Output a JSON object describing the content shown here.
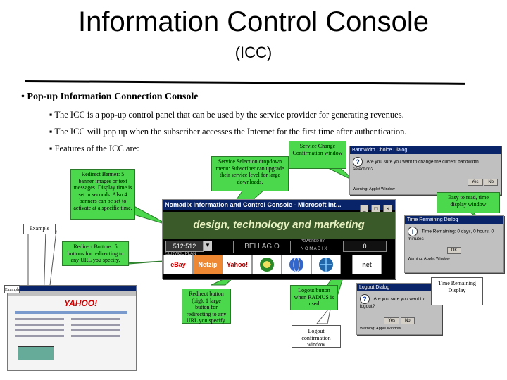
{
  "header": {
    "title": "Information Control Console",
    "subtitle": "(ICC)"
  },
  "bullets": {
    "main": "• Pop-up Information Connection Console",
    "items": [
      "The ICC is a pop-up control panel that can be used by the service provider for generating revenues.",
      "The ICC will pop up when the subscriber accesses the Internet for the first time after authentication.",
      "Features of the ICC are:"
    ]
  },
  "callouts": {
    "service_change": "Service Change Confirmation window",
    "service_selection": "Service Selection dropdown menu: Subscriber can upgrade their service level for large downloads.",
    "redirect_banner": "Redirect Banner: 5 banner images or text messages. Display time is set in seconds. Also 4 banners can be set to activate at a specific time.",
    "easy_to_read": "Easy to read, time display window",
    "example_top": "Example",
    "redirect_buttons": "Redirect Buttons: 5 buttons for redirecting to any URL you specify.",
    "redirect_button_big": "Redirect button (big): 1 large button for redirecting to any URL you specify.",
    "logout_button": "Logout button when RADIUS is used",
    "time_remaining": "Time Remaining Display",
    "logout_confirm": "Logout confirmation window",
    "example_bottom": "Example"
  },
  "console": {
    "title": "Nomadix Information and Control Console - Microsoft Int...",
    "banner": "design, technology and marketing",
    "time_value": "512:512",
    "service_plan": "SERVICE PLAN",
    "powered_by": "POWERED BY",
    "nomadix": "N O M A D I X",
    "counter": "0",
    "icon_labels": [
      "eBay",
      "Netzip",
      "Yahoo!",
      "",
      "",
      "net"
    ]
  },
  "dialogs": {
    "bandwidth_title": "Bandwidth Choice Dialog",
    "bandwidth_text": "Are you sure you want to change the current bandwidth selection?",
    "bandwidth_status": "Warning: Applet Window",
    "yes": "Yes",
    "no": "No",
    "time_title": "Time Remaining Dialog",
    "time_text": "Time Remaining: 0 days, 0 hours, 0 minutes",
    "time_status": "Warning: Applet Window",
    "logout_title": "Logout Dialog",
    "logout_text": "Are you sure you want to logout?",
    "logout_status": "Warning: Apple Window",
    "ok": "OK"
  },
  "browser": {
    "logo": "YAHOO!"
  },
  "colors": {
    "callout_green": "#4cd84c",
    "title_bar": "#0a246a",
    "highlight_red": "#e01010"
  }
}
